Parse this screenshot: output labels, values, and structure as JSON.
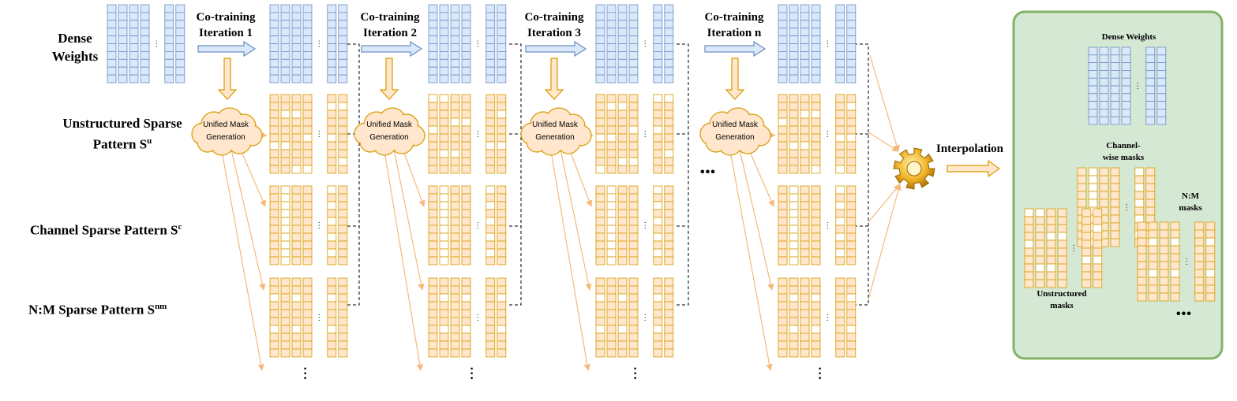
{
  "rows": {
    "dense_line1": "Dense",
    "dense_line2": "Weights",
    "unstructured_line1": "Unstructured Sparse",
    "unstructured_line2": "Pattern S",
    "unstructured_sup": "u",
    "channel": "Channel Sparse Pattern S",
    "channel_sup": "c",
    "nm": "N:M Sparse Pattern S",
    "nm_sup": "nm"
  },
  "iterations": [
    {
      "line1": "Co-training",
      "line2": "Iteration 1"
    },
    {
      "line1": "Co-training",
      "line2": "Iteration 2"
    },
    {
      "line1": "Co-training",
      "line2": "Iteration 3"
    },
    {
      "line1": "Co-training",
      "line2": "Iteration n"
    }
  ],
  "mask_generation": {
    "line1": "Unified Mask",
    "line2": "Generation"
  },
  "interpolation": "Interpolation",
  "panel": {
    "dense_weights": "Dense Weights",
    "channel_line1": "Channel-",
    "channel_line2": "wise masks",
    "nm_line1": "N:M",
    "nm_line2": "masks",
    "unstructured_line1": "Unstructured",
    "unstructured_line2": "masks"
  },
  "colors": {
    "dense_fill": "#dae8fc",
    "dense_stroke": "#6c8ebf",
    "sparse_fill": "#ffe6cc",
    "sparse_stroke": "#d79b00",
    "arrow_orange": "#f5b97b",
    "arrow_blue_fill": "#dae8fc",
    "panel_fill": "#d5e8d4",
    "panel_stroke": "#82b366",
    "gear": "#f0b429"
  },
  "icons": [
    "gear-icon",
    "cloud-icon",
    "vertical-ellipsis-icon",
    "horizontal-ellipsis-icon"
  ]
}
